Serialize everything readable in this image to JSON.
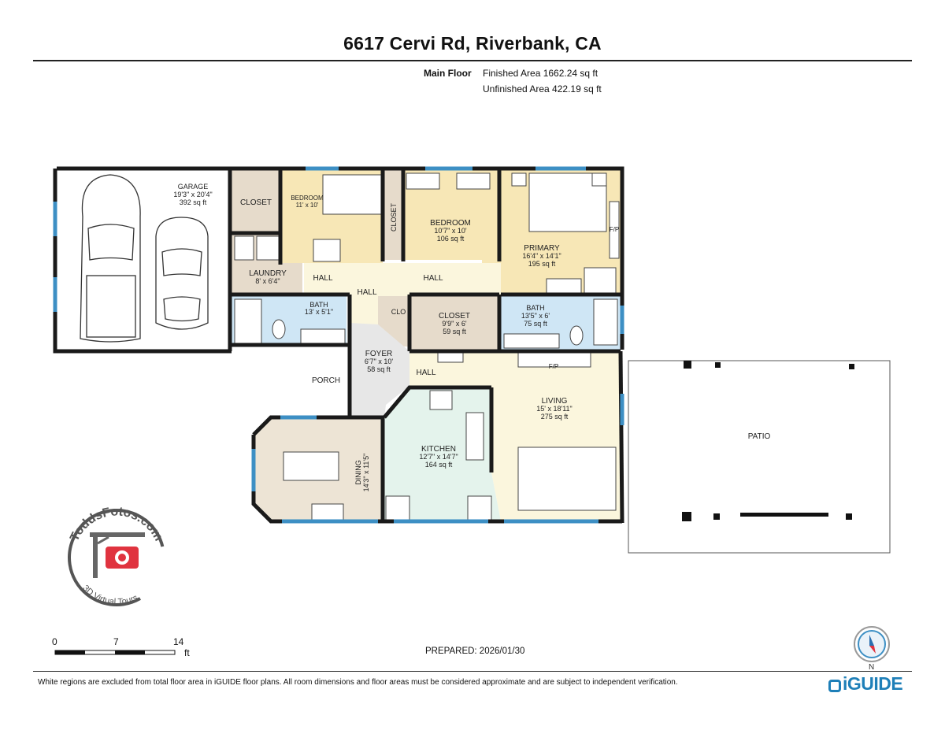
{
  "header": {
    "title": "6617 Cervi Rd, Riverbank, CA",
    "floor_name": "Main Floor",
    "finished_area": "Finished Area 1662.24 sq ft",
    "unfinished_area": "Unfinished Area 422.19 sq ft"
  },
  "rooms": {
    "garage": {
      "name": "GARAGE",
      "dims": "19'3\" x 20'4\"",
      "area": "392 sq ft"
    },
    "closet_garage": {
      "name": "CLOSET"
    },
    "bedroom_small": {
      "name": "BEDROOM",
      "dims": "11' x 10'"
    },
    "closet_vertical": {
      "name": "CLOSET"
    },
    "bedroom": {
      "name": "BEDROOM",
      "dims": "10'7\" x 10'",
      "area": "106 sq ft"
    },
    "primary": {
      "name": "PRIMARY",
      "dims": "16'4\" x 14'1\"",
      "area": "195 sq ft",
      "fp": "F/P"
    },
    "laundry": {
      "name": "LAUNDRY",
      "dims": "8' x 6'4\""
    },
    "hall_1": {
      "name": "HALL"
    },
    "hall_2": {
      "name": "HALL"
    },
    "hall_3": {
      "name": "HALL"
    },
    "hall_4": {
      "name": "HALL"
    },
    "bath_1": {
      "name": "BATH",
      "dims": "13' x 5'1\""
    },
    "clo": {
      "name": "CLO"
    },
    "closet_primary": {
      "name": "CLOSET",
      "dims": "9'9\" x 6'",
      "area": "59 sq ft"
    },
    "bath_primary": {
      "name": "BATH",
      "dims": "13'5\" x 6'",
      "area": "75 sq ft"
    },
    "foyer": {
      "name": "FOYER",
      "dims": "6'7\" x 10'",
      "area": "58 sq ft"
    },
    "porch": {
      "name": "PORCH"
    },
    "living": {
      "name": "LIVING",
      "dims": "15' x 18'11\"",
      "area": "275 sq ft",
      "fp": "F/P"
    },
    "patio": {
      "name": "PATIO"
    },
    "kitchen": {
      "name": "KITCHEN",
      "dims": "12'7\" x 14'7\"",
      "area": "164 sq ft"
    },
    "dining": {
      "name": "DINING",
      "dims": "14'3\" x 11'5\""
    }
  },
  "logo": {
    "brand": "ToddsFotos.com",
    "tagline": "3D Virtual Tours"
  },
  "scale": {
    "ticks": [
      "0",
      "7",
      "14"
    ],
    "unit": "ft"
  },
  "prepared": "PREPARED: 2026/01/30",
  "compass": {
    "label": "N"
  },
  "disclaimer": "White regions are excluded from total floor area in iGUIDE floor plans. All room dimensions and floor areas must be considered approximate and are subject to independent verification.",
  "brand_footer": "iGUIDE",
  "colors": {
    "bedroom": "#f7e7b6",
    "bath": "#cfe6f5",
    "closet": "#e6dbcb",
    "living": "#fbf6dd",
    "kitchen": "#e4f3ec",
    "hall": "#fbf6dd",
    "dining": "#ede4d5",
    "foyer": "#e7e7e7",
    "wall": "#1a1a1a",
    "window": "#3d8fc4",
    "logo_red": "#e0333f"
  }
}
